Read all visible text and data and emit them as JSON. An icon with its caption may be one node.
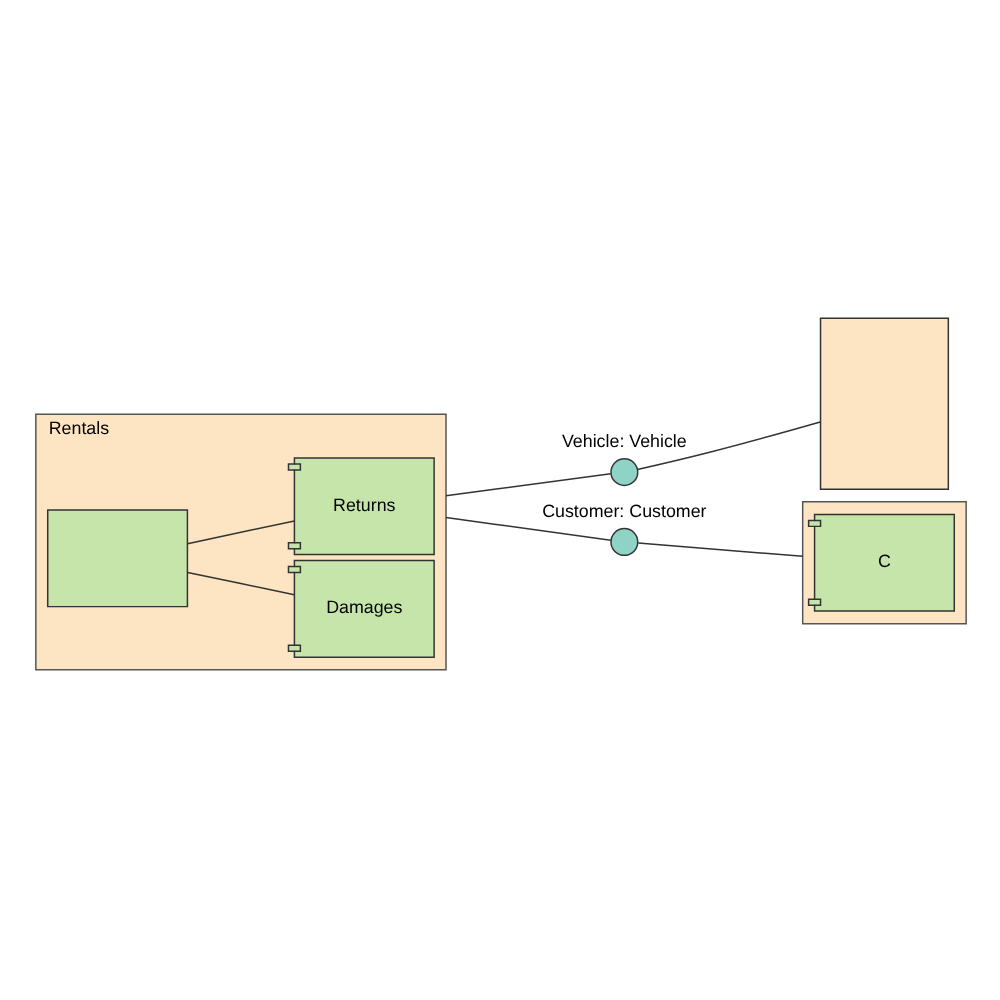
{
  "diagram": {
    "nodes": [
      {
        "text": [
          "Rentals"
        ]
      },
      {
        "text": [],
        "shape": "box",
        "in": 0
      },
      {
        "text": [
          "Damages"
        ],
        "in": 0
      },
      {
        "text": [
          "Returns"
        ],
        "in": 0
      },
      {
        "text": [],
        "shape": "box"
      },
      {
        "text": [],
        "shape": "box"
      },
      {
        "text": [
          "C"
        ],
        "in": 5
      },
      {
        "text": [],
        "shape": "circle",
        "beside": [
          "Vehicle: Vehicle"
        ]
      },
      {
        "text": [],
        "shape": "circle",
        "beside": [
          "Customer: Customer"
        ]
      }
    ],
    "edges": [
      {
        "from": 1,
        "to": 2,
        "arrow": "none"
      },
      {
        "from": 1,
        "to": 3,
        "arrow": "none"
      },
      {
        "from": 0,
        "to": 7,
        "arrow": "none"
      },
      {
        "from": 7,
        "to": 4,
        "arrow": "none"
      },
      {
        "from": 0,
        "to": 8,
        "arrow": "none"
      },
      {
        "from": 8,
        "to": 5,
        "arrow": "none"
      }
    ]
  }
}
